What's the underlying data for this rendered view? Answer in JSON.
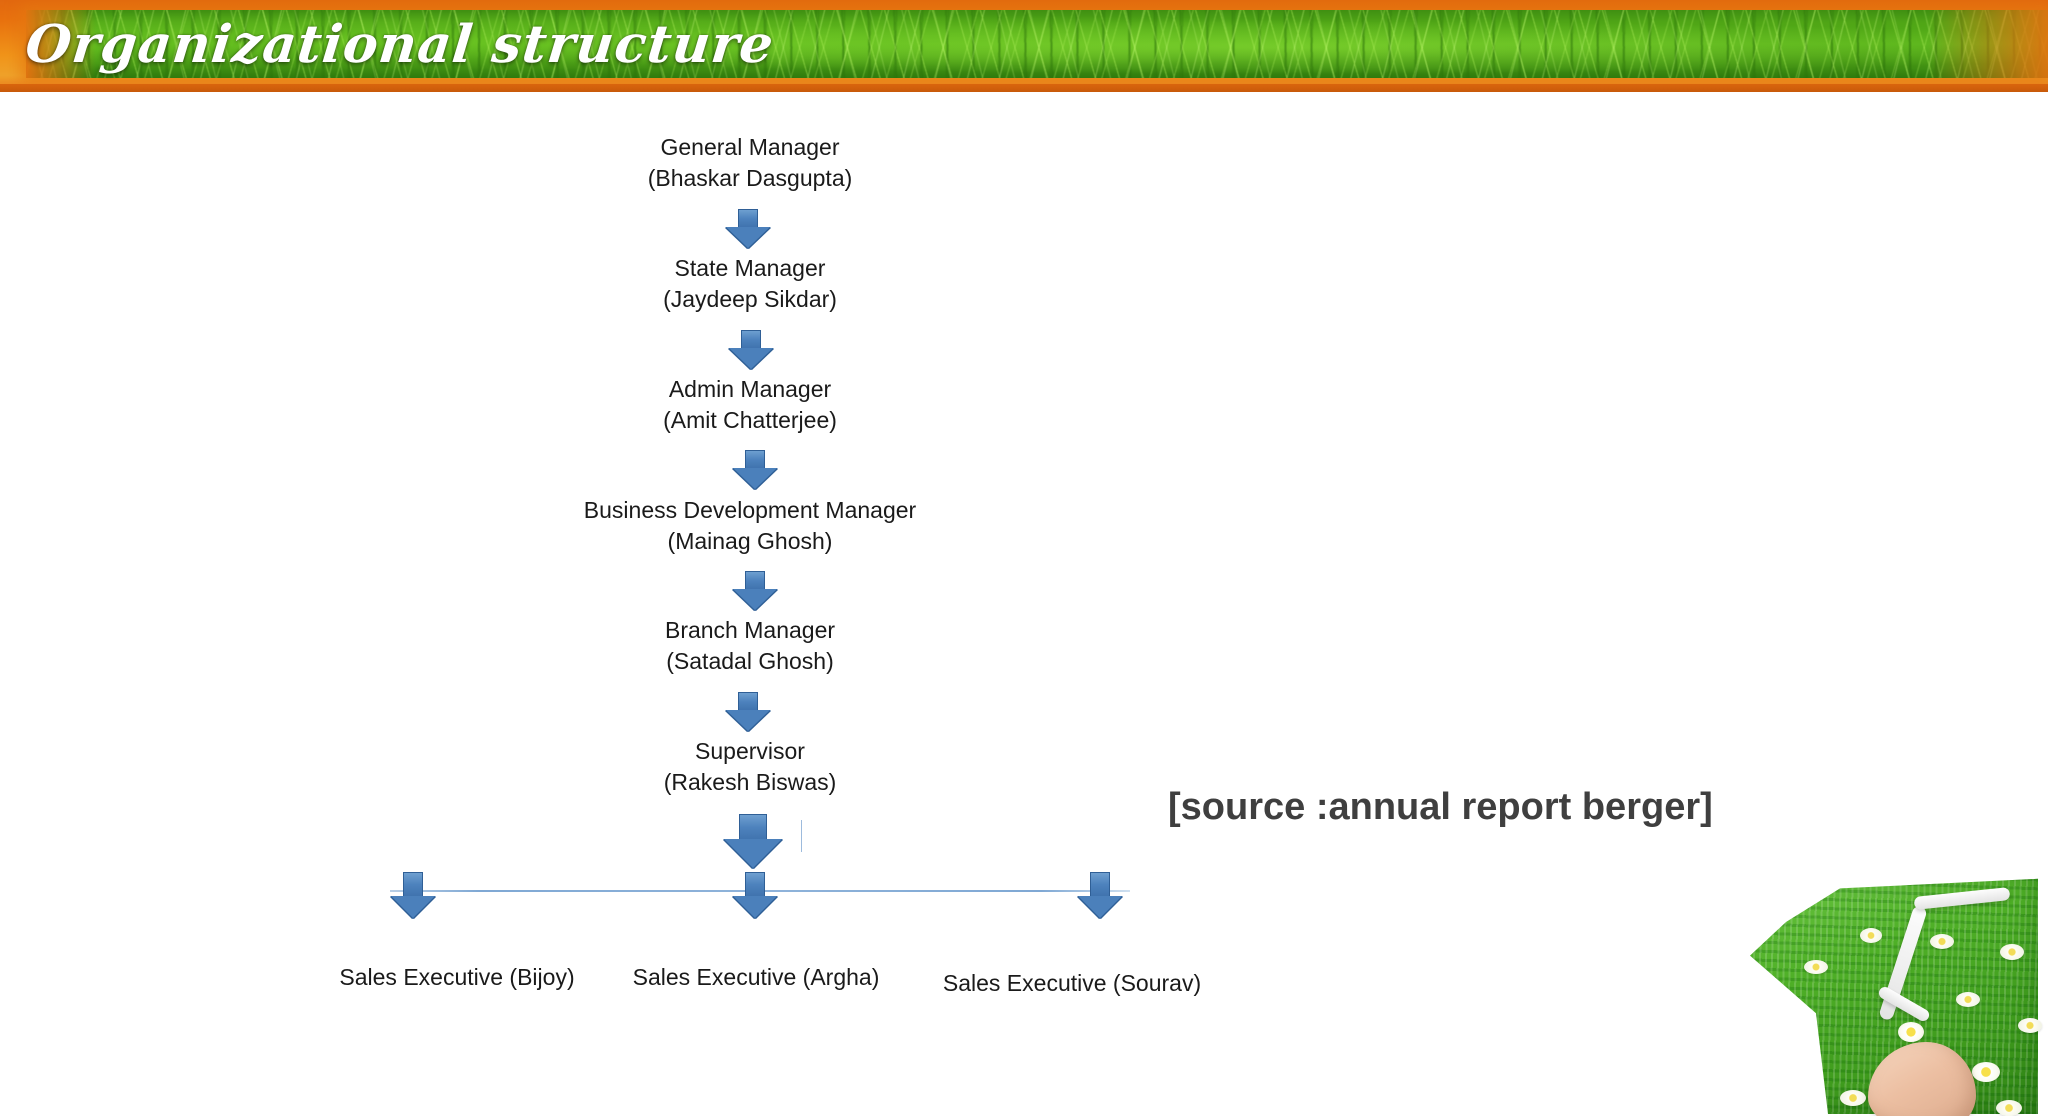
{
  "header": {
    "title": "Organizational structure"
  },
  "chart": {
    "nodes": [
      {
        "role": "General Manager",
        "person": "(Bhaskar Dasgupta)"
      },
      {
        "role": "State Manager",
        "person": "(Jaydeep Sikdar)"
      },
      {
        "role": "Admin Manager",
        "person": "(Amit Chatterjee)"
      },
      {
        "role": "Business Development Manager",
        "person": "(Mainag Ghosh)"
      },
      {
        "role": "Branch Manager",
        "person": "(Satadal Ghosh)"
      },
      {
        "role": "Supervisor",
        "person": "(Rakesh Biswas)"
      }
    ],
    "leaves": [
      {
        "label": "Sales Executive (Bijoy)"
      },
      {
        "label": "Sales Executive (Argha)"
      },
      {
        "label": "Sales Executive (Sourav)"
      }
    ],
    "arrow_icon": "down-arrow-icon",
    "accent_color": "#4b80bb",
    "connector_color": "#8fb3da"
  },
  "annotation": {
    "source": "[source :annual report berger]"
  },
  "decoration": {
    "photo_name": "grass-mat-with-daisies-photo",
    "banner_name": "grass-banner-image"
  }
}
